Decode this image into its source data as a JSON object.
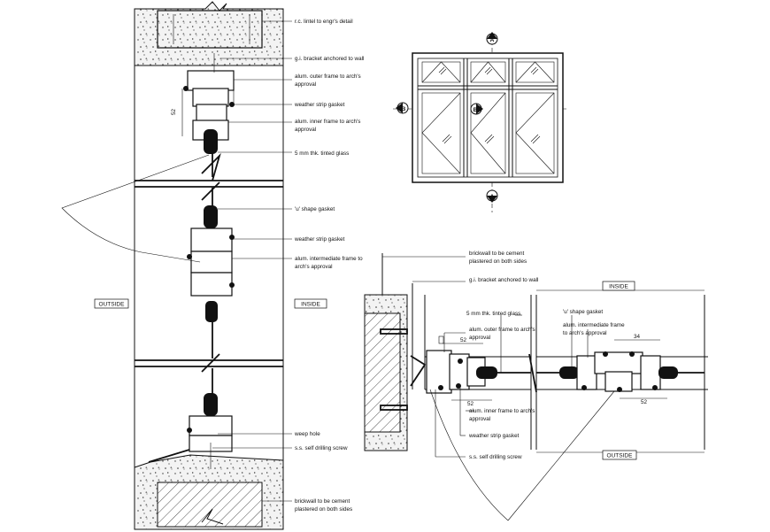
{
  "left_section": {
    "labels": {
      "lintel": "r.c. lintel to engr's detail",
      "bracket": "g.i. bracket anchored to wall",
      "outer_frame": [
        "alum. outer frame to arch's",
        "approval"
      ],
      "weather_strip_1": "weather strip gasket",
      "inner_frame": [
        "alum. inner frame to arch's",
        "approval"
      ],
      "glass": "5 mm thk. tinted glass",
      "u_gasket": "'u' shape gasket",
      "weather_strip_2": "weather strip gasket",
      "intermediate_frame": [
        "alum. intermediate frame to",
        "arch's approval"
      ],
      "weep_hole": "weep hole",
      "screw": "s.s. self drilling screw",
      "brickwall": [
        "brickwall to be cement",
        "plastered on both sides"
      ]
    },
    "outside_tag": "OUTSIDE",
    "inside_tag": "INSIDE",
    "dim": "52"
  },
  "elevation": {
    "marker_a": "A",
    "marker_b": "B"
  },
  "plan_section": {
    "labels": {
      "brickwall": [
        "brickwall to be cement",
        "plastered on both sides"
      ],
      "bracket": "g.i. bracket anchored to wall",
      "glass": "5 mm thk. tinted glass",
      "u_gasket": "'u' shape gasket",
      "intermediate_frame": [
        "alum. intermediate frame",
        "to arch's approval"
      ],
      "outer_frame": [
        "alum. outer frame to arch's",
        "approval"
      ],
      "inner_frame": [
        "alum. inner frame to arch's",
        "approval"
      ],
      "weather_strip": "weather strip gasket",
      "screw": "s.s. self drilling screw"
    },
    "inside_tag": "INSIDE",
    "outside_tag": "OUTSIDE",
    "dims": [
      "52",
      "52",
      "52",
      "34"
    ]
  }
}
